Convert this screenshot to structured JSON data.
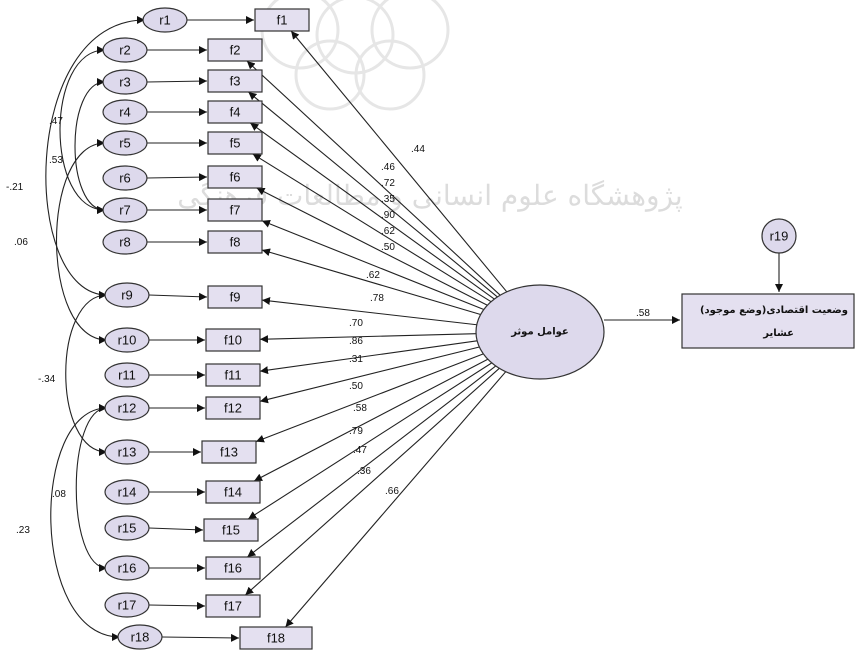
{
  "diagram": {
    "latent_factor": "عوامل موثر",
    "outcome_line1": "وضعیت اقتصادی(وضع موجود)",
    "outcome_line2": "عشایر",
    "outcome_residual": "r19",
    "outcome_coefficient": ".58",
    "watermark_text": "پژوهشگاه علوم انسانی و مطالعات فرهنگی",
    "indicators": [
      {
        "residual": "r1",
        "label": "f1",
        "loading": ".44"
      },
      {
        "residual": "r2",
        "label": "f2",
        "loading": ".46"
      },
      {
        "residual": "r3",
        "label": "f3",
        "loading": ".72"
      },
      {
        "residual": "r4",
        "label": "f4",
        "loading": ".35"
      },
      {
        "residual": "r5",
        "label": "f5",
        "loading": ".90"
      },
      {
        "residual": "r6",
        "label": "f6",
        "loading": ".62"
      },
      {
        "residual": "r7",
        "label": "f7",
        "loading": ".50"
      },
      {
        "residual": "r8",
        "label": "f8",
        "loading": ".62"
      },
      {
        "residual": "r9",
        "label": "f9",
        "loading": ".78"
      },
      {
        "residual": "r10",
        "label": "f10",
        "loading": ".70"
      },
      {
        "residual": "r11",
        "label": "f11",
        "loading": ".86"
      },
      {
        "residual": "r12",
        "label": "f12",
        "loading": ".31"
      },
      {
        "residual": "r13",
        "label": "f13",
        "loading": ".50"
      },
      {
        "residual": "r14",
        "label": "f14",
        "loading": ".58"
      },
      {
        "residual": "r15",
        "label": "f15",
        "loading": ".79"
      },
      {
        "residual": "r16",
        "label": "f16",
        "loading": ".47"
      },
      {
        "residual": "r17",
        "label": "f17",
        "loading": ".36"
      },
      {
        "residual": "r18",
        "label": "f18",
        "loading": ".66"
      }
    ],
    "covariances": [
      {
        "from": "r2",
        "to": "r7",
        "value": ".47"
      },
      {
        "from": "r3",
        "to": "r7",
        "value": ".53"
      },
      {
        "from": "r1",
        "to": "r9",
        "value": "-.21"
      },
      {
        "from": "r5",
        "to": "r10",
        "value": ".06"
      },
      {
        "from": "r9",
        "to": "r13",
        "value": "-.34"
      },
      {
        "from": "r12",
        "to": "r16",
        "value": ".08"
      },
      {
        "from": "r12",
        "to": "r18",
        "value": ".23"
      }
    ]
  }
}
